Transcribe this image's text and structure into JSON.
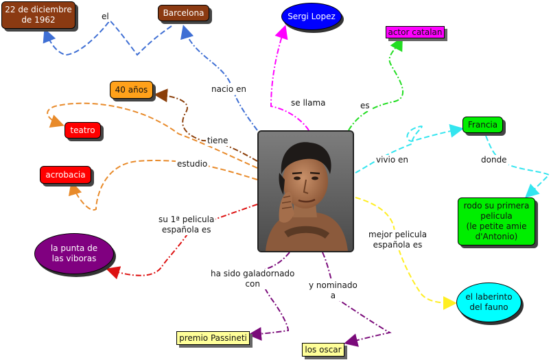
{
  "nodes": {
    "birth_date": "22 de diciembre de 1962",
    "birthplace": "Barcelona",
    "name": "Sergi Lopez",
    "profession": "actor catalan",
    "age": "40 años",
    "theatre": "teatro",
    "acrobatics": "acrobacia",
    "lived_in": "Francia",
    "film_france": "rodo su primera pelicula\n(le petite amie d'Antonio)",
    "first_spanish_film": "la punta de las viboras",
    "best_spanish_film": "el laberinto del fauno",
    "award": "premio Passineti",
    "nomination": "los oscar"
  },
  "links": {
    "el": "el",
    "nacio_en": "nacio en",
    "se_llama": "se llama",
    "es": "es",
    "tiene": "tiene",
    "estudio": "estudio",
    "vivio_en": "vivio en",
    "donde": "donde",
    "primera_pelicula": "su 1ª pelicula\nespañola es",
    "galardonado": "ha sido galadornado\ncon",
    "nominado": "y nominado\na",
    "mejor_pelicula": "mejor pelicula\nespañola es"
  },
  "colors": {
    "brown": "#8b3a12",
    "blue_link": "#3f6fd4",
    "magenta": "#ff00ff",
    "green": "#22dd22",
    "dark_orange_link": "#8b3f0a",
    "orange_link": "#e88a2a",
    "cyan": "#33e5ef",
    "red_link": "#dd1111",
    "purple": "#7a0a7a",
    "yellow": "#ffff33",
    "yellow_box": "#ffff99",
    "orange_box": "#ffa11a",
    "red_box": "#ff0000",
    "blue_ellipse": "#0000ff",
    "green_box": "#00ee00"
  }
}
